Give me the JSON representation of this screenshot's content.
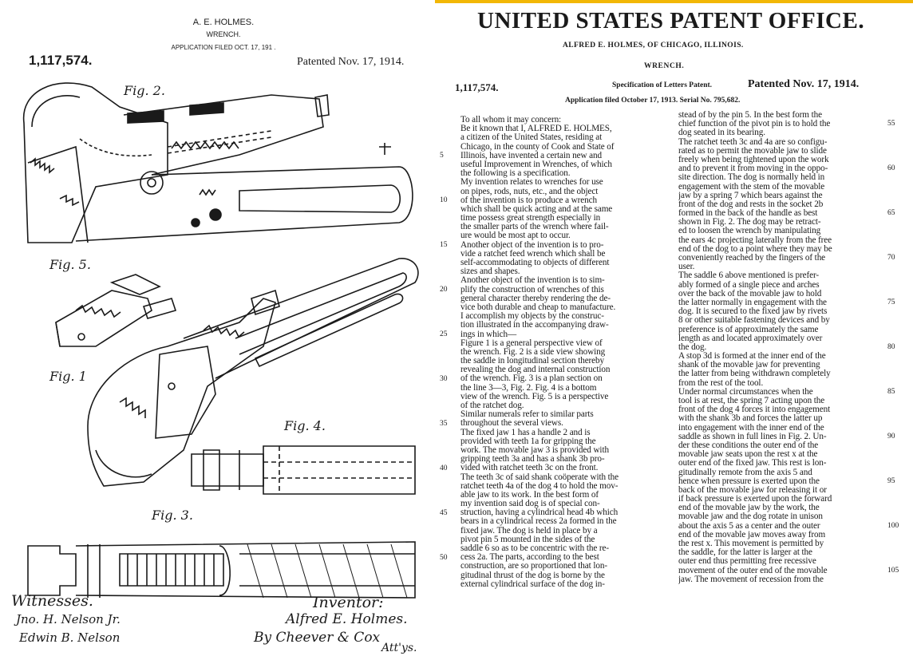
{
  "colors": {
    "accent_bar": "#f2b705",
    "ink": "#1a1a1a",
    "paper": "#ffffff"
  },
  "drawing": {
    "inventor_name": "A. E. HOLMES.",
    "title": "WRENCH.",
    "filed": "APPLICATION FILED OCT. 17, 191 .",
    "number": "1,117,574.",
    "patented": "Patented Nov. 17, 1914.",
    "fig_labels": [
      "Fig. 2.",
      "Fig. 5.",
      "Fig. 1",
      "Fig. 4.",
      "Fig. 3."
    ],
    "witnesses_label": "Witnesses.",
    "inventor_label": "Inventor:",
    "witness1": "Jno. H. Nelson Jr.",
    "witness2": "Edwin B. Nelson",
    "inventor_sig": "Alfred E. Holmes.",
    "attorney_sig": "By Cheever & Cox",
    "attys": "Att'ys."
  },
  "spec": {
    "office": "UNITED STATES PATENT OFFICE.",
    "inventor_line": "ALFRED E. HOLMES, OF CHICAGO, ILLINOIS.",
    "title": "WRENCH.",
    "number": "1,117,574.",
    "spec_label": "Specification of Letters Patent.",
    "patented": "Patented Nov. 17, 1914.",
    "application": "Application filed October 17, 1913.  Serial No. 795,682.",
    "left_lines": [
      "To all whom it may concern:",
      "   Be it known that I, ALFRED E. HOLMES,",
      "a citizen of the United States, residing at",
      "Chicago, in the county of Cook and State of",
      "Illinois, have invented a certain new and",
      "useful Improvement in Wrenches, of which",
      "the following is a specification.",
      "   My invention relates to wrenches for use",
      "on pipes, rods, nuts, etc., and the object",
      "of the invention is to produce a wrench",
      "which shall be quick acting and at the same",
      "time possess great strength especially in",
      "the smaller parts of the wrench where fail-",
      "ure would be most apt to occur.",
      "   Another object of the invention is to pro-",
      "vide a ratchet feed wrench which shall be",
      "self-accommodating to objects of different",
      "sizes and shapes.",
      "   Another object of the invention is to sim-",
      "plify the construction of wrenches of this",
      "general character thereby rendering the de-",
      "vice both durable and cheap to manufacture.",
      "   I accomplish my objects by the construc-",
      "tion illustrated in the accompanying draw-",
      "ings in which—",
      "   Figure 1 is a general perspective view of",
      "the wrench.  Fig. 2 is a side view showing",
      "the saddle in longitudinal section thereby",
      "revealing the dog and internal construction",
      "of the wrench.  Fig. 3 is a plan section on",
      "the line 3—3, Fig. 2.  Fig. 4 is a bottom",
      "view of the wrench.  Fig. 5 is a perspective",
      "of the ratchet dog.",
      "   Similar numerals refer to similar parts",
      "throughout the several views.",
      "   The fixed jaw 1 has a handle 2 and is",
      "provided with teeth 1a for gripping the",
      "work.  The movable jaw 3 is provided with",
      "gripping teeth 3a and has a shank 3b pro-",
      "vided with ratchet teeth 3c on the front.",
      "The teeth 3c of said shank coöperate with the",
      "ratchet teeth 4a of the dog 4 to hold the mov-",
      "able jaw to its work.  In the best form of",
      "my invention said dog is of special con-",
      "struction, having a cylindrical head 4b which",
      "bears in a cylindrical recess 2a formed in the",
      "fixed jaw.  The dog is held in place by a",
      "pivot pin 5 mounted in the sides of the",
      "saddle 6 so as to be concentric with the re-",
      "cess 2a.  The parts, according to the best",
      "construction, are so proportioned that lon-",
      "gitudinal thrust of the dog is borne by the",
      "external cylindrical surface of the dog in-"
    ],
    "right_lines": [
      "stead of by the pin 5.  In the best form the",
      "chief function of the pivot pin is to hold the",
      "dog seated in its bearing.",
      "   The ratchet teeth 3c and 4a are so configu-",
      "rated as to permit the movable jaw to slide",
      "freely when being tightened upon the work",
      "and to prevent it from moving in the oppo-",
      "site direction.  The dog is normally held in",
      "engagement with the stem of the movable",
      "jaw by a spring 7 which bears against the",
      "front of the dog and rests in the socket 2b",
      "formed in the back of the handle as best",
      "shown in Fig. 2.  The dog may be retract-",
      "ed to loosen the wrench by manipulating",
      "the ears 4c projecting laterally from the free",
      "end of the dog to a point where they may be",
      "conveniently reached by the fingers of the",
      "user.",
      "   The saddle 6 above mentioned is prefer-",
      "ably formed of a single piece and arches",
      "over the back of the movable jaw to hold",
      "the latter normally in engagement with the",
      "dog.  It is secured to the fixed jaw by rivets",
      "8 or other suitable fastening devices and by",
      "preference is of approximately the same",
      "length as and located approximately over",
      "the dog.",
      "   A stop 3d is formed at the inner end of the",
      "shank of the movable jaw for preventing",
      "the latter from being withdrawn completely",
      "from the rest of the tool.",
      "   Under normal circumstances when the",
      "tool is at rest, the spring 7 acting upon the",
      "front of the dog 4 forces it into engagement",
      "with the shank 3b and forces the latter up",
      "into engagement with the inner end of the",
      "saddle as shown in full lines in Fig. 2.  Un-",
      "der these conditions the outer end of the",
      "movable jaw seats upon the rest x at the",
      "outer end of the fixed jaw.  This rest is lon-",
      "gitudinally remote from the axis 5 and",
      "hence when pressure is exerted upon the",
      "back of the movable jaw for releasing it or",
      "if back pressure is exerted upon the forward",
      "end of the movable jaw by the work, the",
      "movable jaw and the dog rotate in unison",
      "about the axis 5 as a center and the outer",
      "end of the movable jaw moves away from",
      "the rest x.  This movement is permitted by",
      "the saddle, for the latter is larger at the",
      "outer end thus permitting free recessive",
      "movement of the outer end of the movable",
      "jaw.  The movement of recession from the"
    ],
    "left_numbers": [
      "5",
      "10",
      "15",
      "20",
      "25",
      "30",
      "35",
      "40",
      "45",
      "50"
    ],
    "right_numbers": [
      "55",
      "60",
      "65",
      "70",
      "75",
      "80",
      "85",
      "90",
      "95",
      "100",
      "105"
    ]
  }
}
